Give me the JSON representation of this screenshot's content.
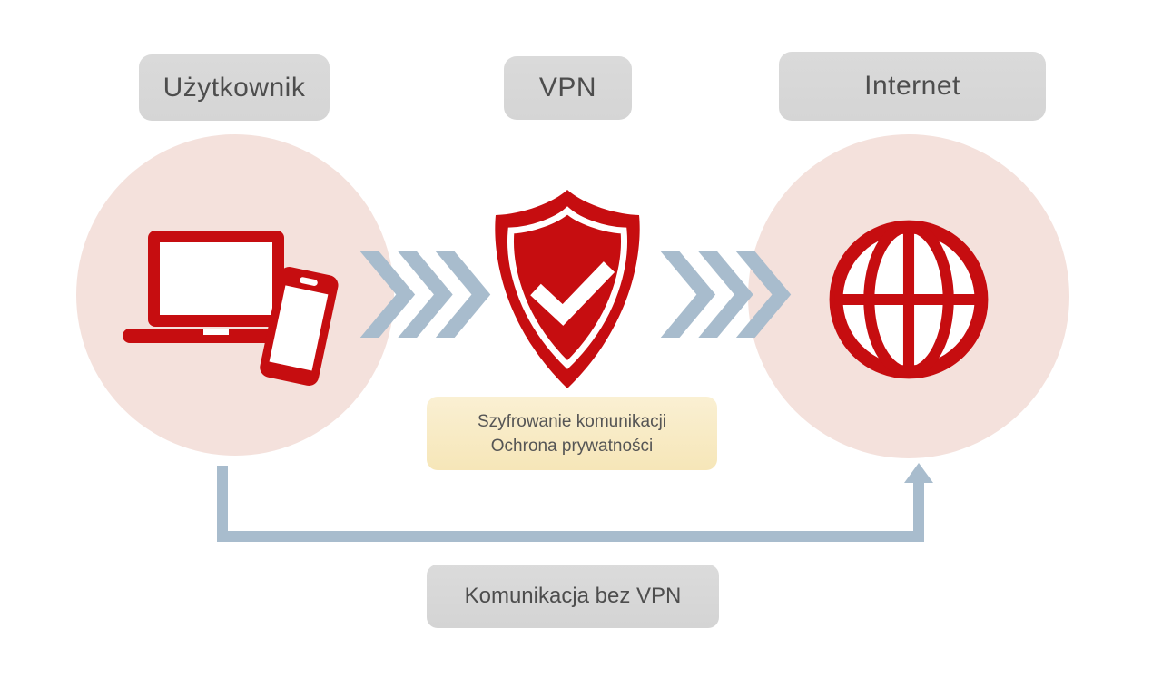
{
  "labels": {
    "user": "Użytkownik",
    "vpn": "VPN",
    "internet": "Internet"
  },
  "benefits": {
    "line1": "Szyfrowanie komunikacji",
    "line2": "Ochrona prywatności"
  },
  "bottom_label": "Komunikacja bez VPN",
  "colors": {
    "icon_red": "#c60d10",
    "circle_pink": "#f4e1dc",
    "arrow_blue_gray": "#a8bccd",
    "label_gray": "#d7d7d7",
    "benefit_yellow_top": "#faf0d3",
    "benefit_yellow_bottom": "#f6e6b8",
    "text_gray": "#4d4d4d"
  },
  "icons": {
    "user": "laptop-and-smartphone-icon",
    "vpn": "shield-check-icon",
    "internet": "globe-icon",
    "vpn_flow": "triple-chevron-arrow-icon",
    "no_vpn_flow": "elbow-up-arrow-icon"
  }
}
